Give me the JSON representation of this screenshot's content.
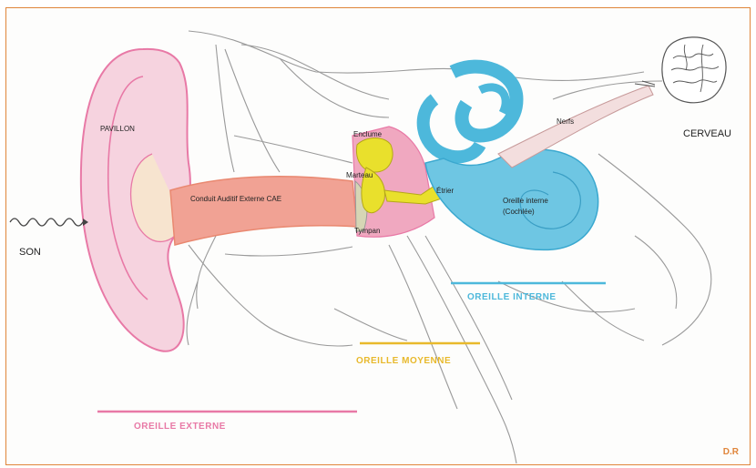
{
  "colors": {
    "frame": "#e0853a",
    "outer_ear": "#e879a6",
    "middle_ear": "#e8b92c",
    "inner_ear": "#4db8db",
    "canal": "#e98870",
    "ossicles": "#e9e02c"
  },
  "labels": {
    "son": "SON",
    "pavillon": "PAVILLON",
    "conduit": "Conduit Auditif Externe CAE",
    "enclume": "Enclume",
    "marteau": "Marteau",
    "etrier": "Étrier",
    "tympan": "Tympan",
    "nerfs": "Nerfs",
    "oreille_interne_detail_1": "Oreille interne",
    "oreille_interne_detail_2": "(Cochlée)",
    "cerveau": "CERVEAU"
  },
  "regions": {
    "externe": "OREILLE EXTERNE",
    "moyenne": "OREILLE MOYENNE",
    "interne": "OREILLE INTERNE"
  },
  "credit": "D.R",
  "icons": [
    "sound-wave-icon",
    "brain-icon",
    "arrow-icon"
  ]
}
